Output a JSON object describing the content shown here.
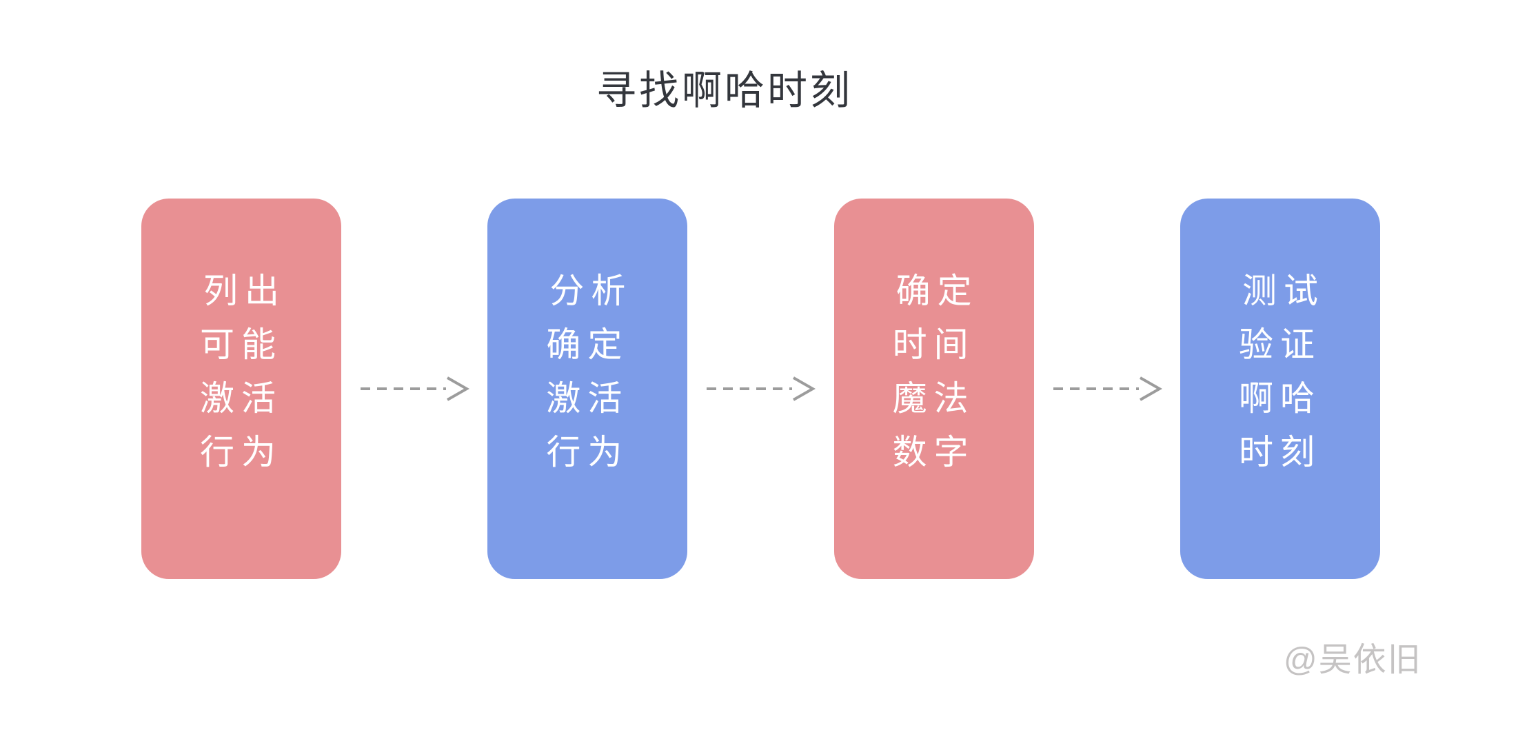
{
  "title": "寻找啊哈时刻",
  "colors": {
    "background": "#ffffff",
    "title_text": "#33363c",
    "pink": "#e89093",
    "blue": "#7d9ce8",
    "box_text": "#ffffff",
    "arrow": "#9c9c9c",
    "watermark": "#c5c3c3"
  },
  "flow": {
    "boxes": [
      {
        "label": "列出\n可能\n激活\n行为",
        "color": "pink"
      },
      {
        "label": "分析\n确定\n激活\n行为",
        "color": "blue"
      },
      {
        "label": "确定\n时间\n魔法\n数字",
        "color": "pink"
      },
      {
        "label": "测试\n验证\n啊哈\n时刻",
        "color": "blue"
      }
    ],
    "arrow_style": "dashed-right-chevron",
    "arrow_count": 3
  },
  "watermark": "@吴依旧"
}
